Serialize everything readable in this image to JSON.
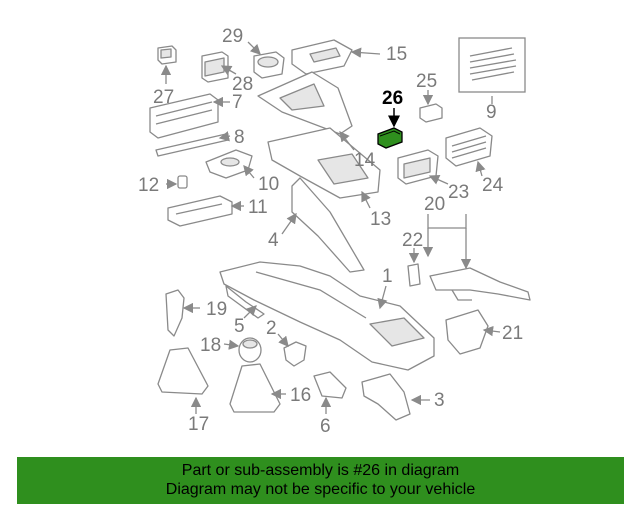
{
  "diagram": {
    "callouts": [
      "29",
      "28",
      "27",
      "7",
      "8",
      "10",
      "12",
      "11",
      "15",
      "14",
      "13",
      "4",
      "26",
      "25",
      "9",
      "23",
      "24",
      "20",
      "22",
      "1",
      "19",
      "5",
      "2",
      "18",
      "21",
      "16",
      "17",
      "6",
      "3"
    ],
    "highlighted_part": "26",
    "colors": {
      "highlight": "#2f8f1e",
      "line": "#8a8a8a",
      "label": "#7a7a7a"
    }
  },
  "footer": {
    "line1": "Part or sub-assembly is #26 in diagram",
    "line2": "Diagram may not be specific to your vehicle",
    "background": "#2f8f1e"
  }
}
